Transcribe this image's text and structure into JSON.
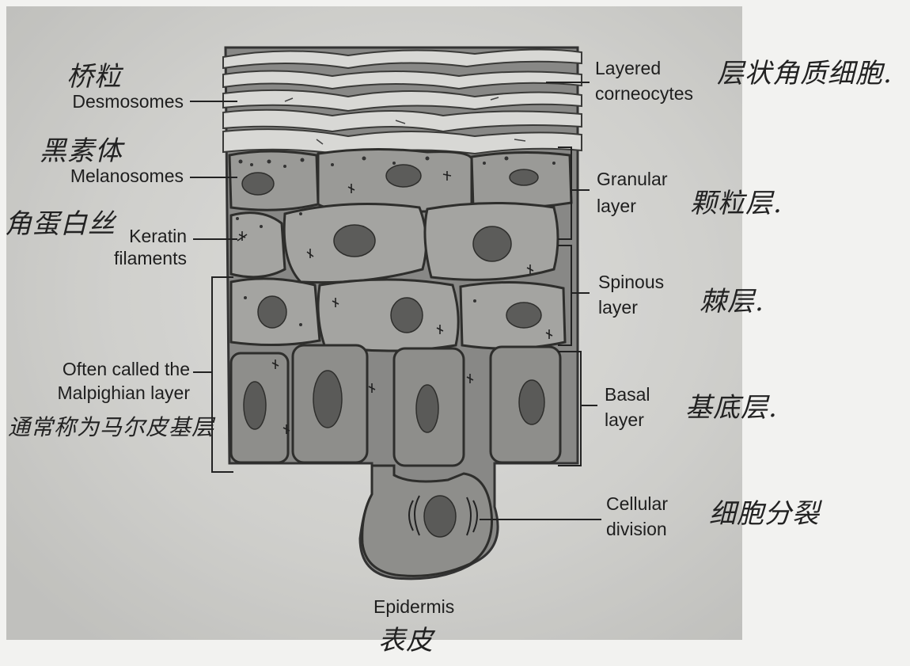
{
  "labels": {
    "desmosomes": "Desmosomes",
    "melanosomes": "Melanosomes",
    "keratin_line1": "Keratin",
    "keratin_line2": "filaments",
    "malpighian_line1": "Often called the",
    "malpighian_line2": "Malpighian layer",
    "layered_line1": "Layered",
    "layered_line2": "corneocytes",
    "granular_line1": "Granular",
    "granular_line2": "layer",
    "spinous_line1": "Spinous",
    "spinous_line2": "layer",
    "basal_line1": "Basal",
    "basal_line2": "layer",
    "cellular_line1": "Cellular",
    "cellular_line2": "division",
    "epidermis": "Epidermis"
  },
  "handwritten": {
    "desmosomes_cn": "桥粒",
    "melanosomes_cn": "黑素体",
    "keratin_cn": "角蛋白丝",
    "malpighian_cn": "通常称为马尔皮基层",
    "layered_cn": "层状角质细胞.",
    "granular_cn": "颗粒层.",
    "spinous_cn": "棘层.",
    "basal_cn": "基底层.",
    "cellular_cn": "细胞分裂",
    "epidermis_cn": "表皮"
  }
}
